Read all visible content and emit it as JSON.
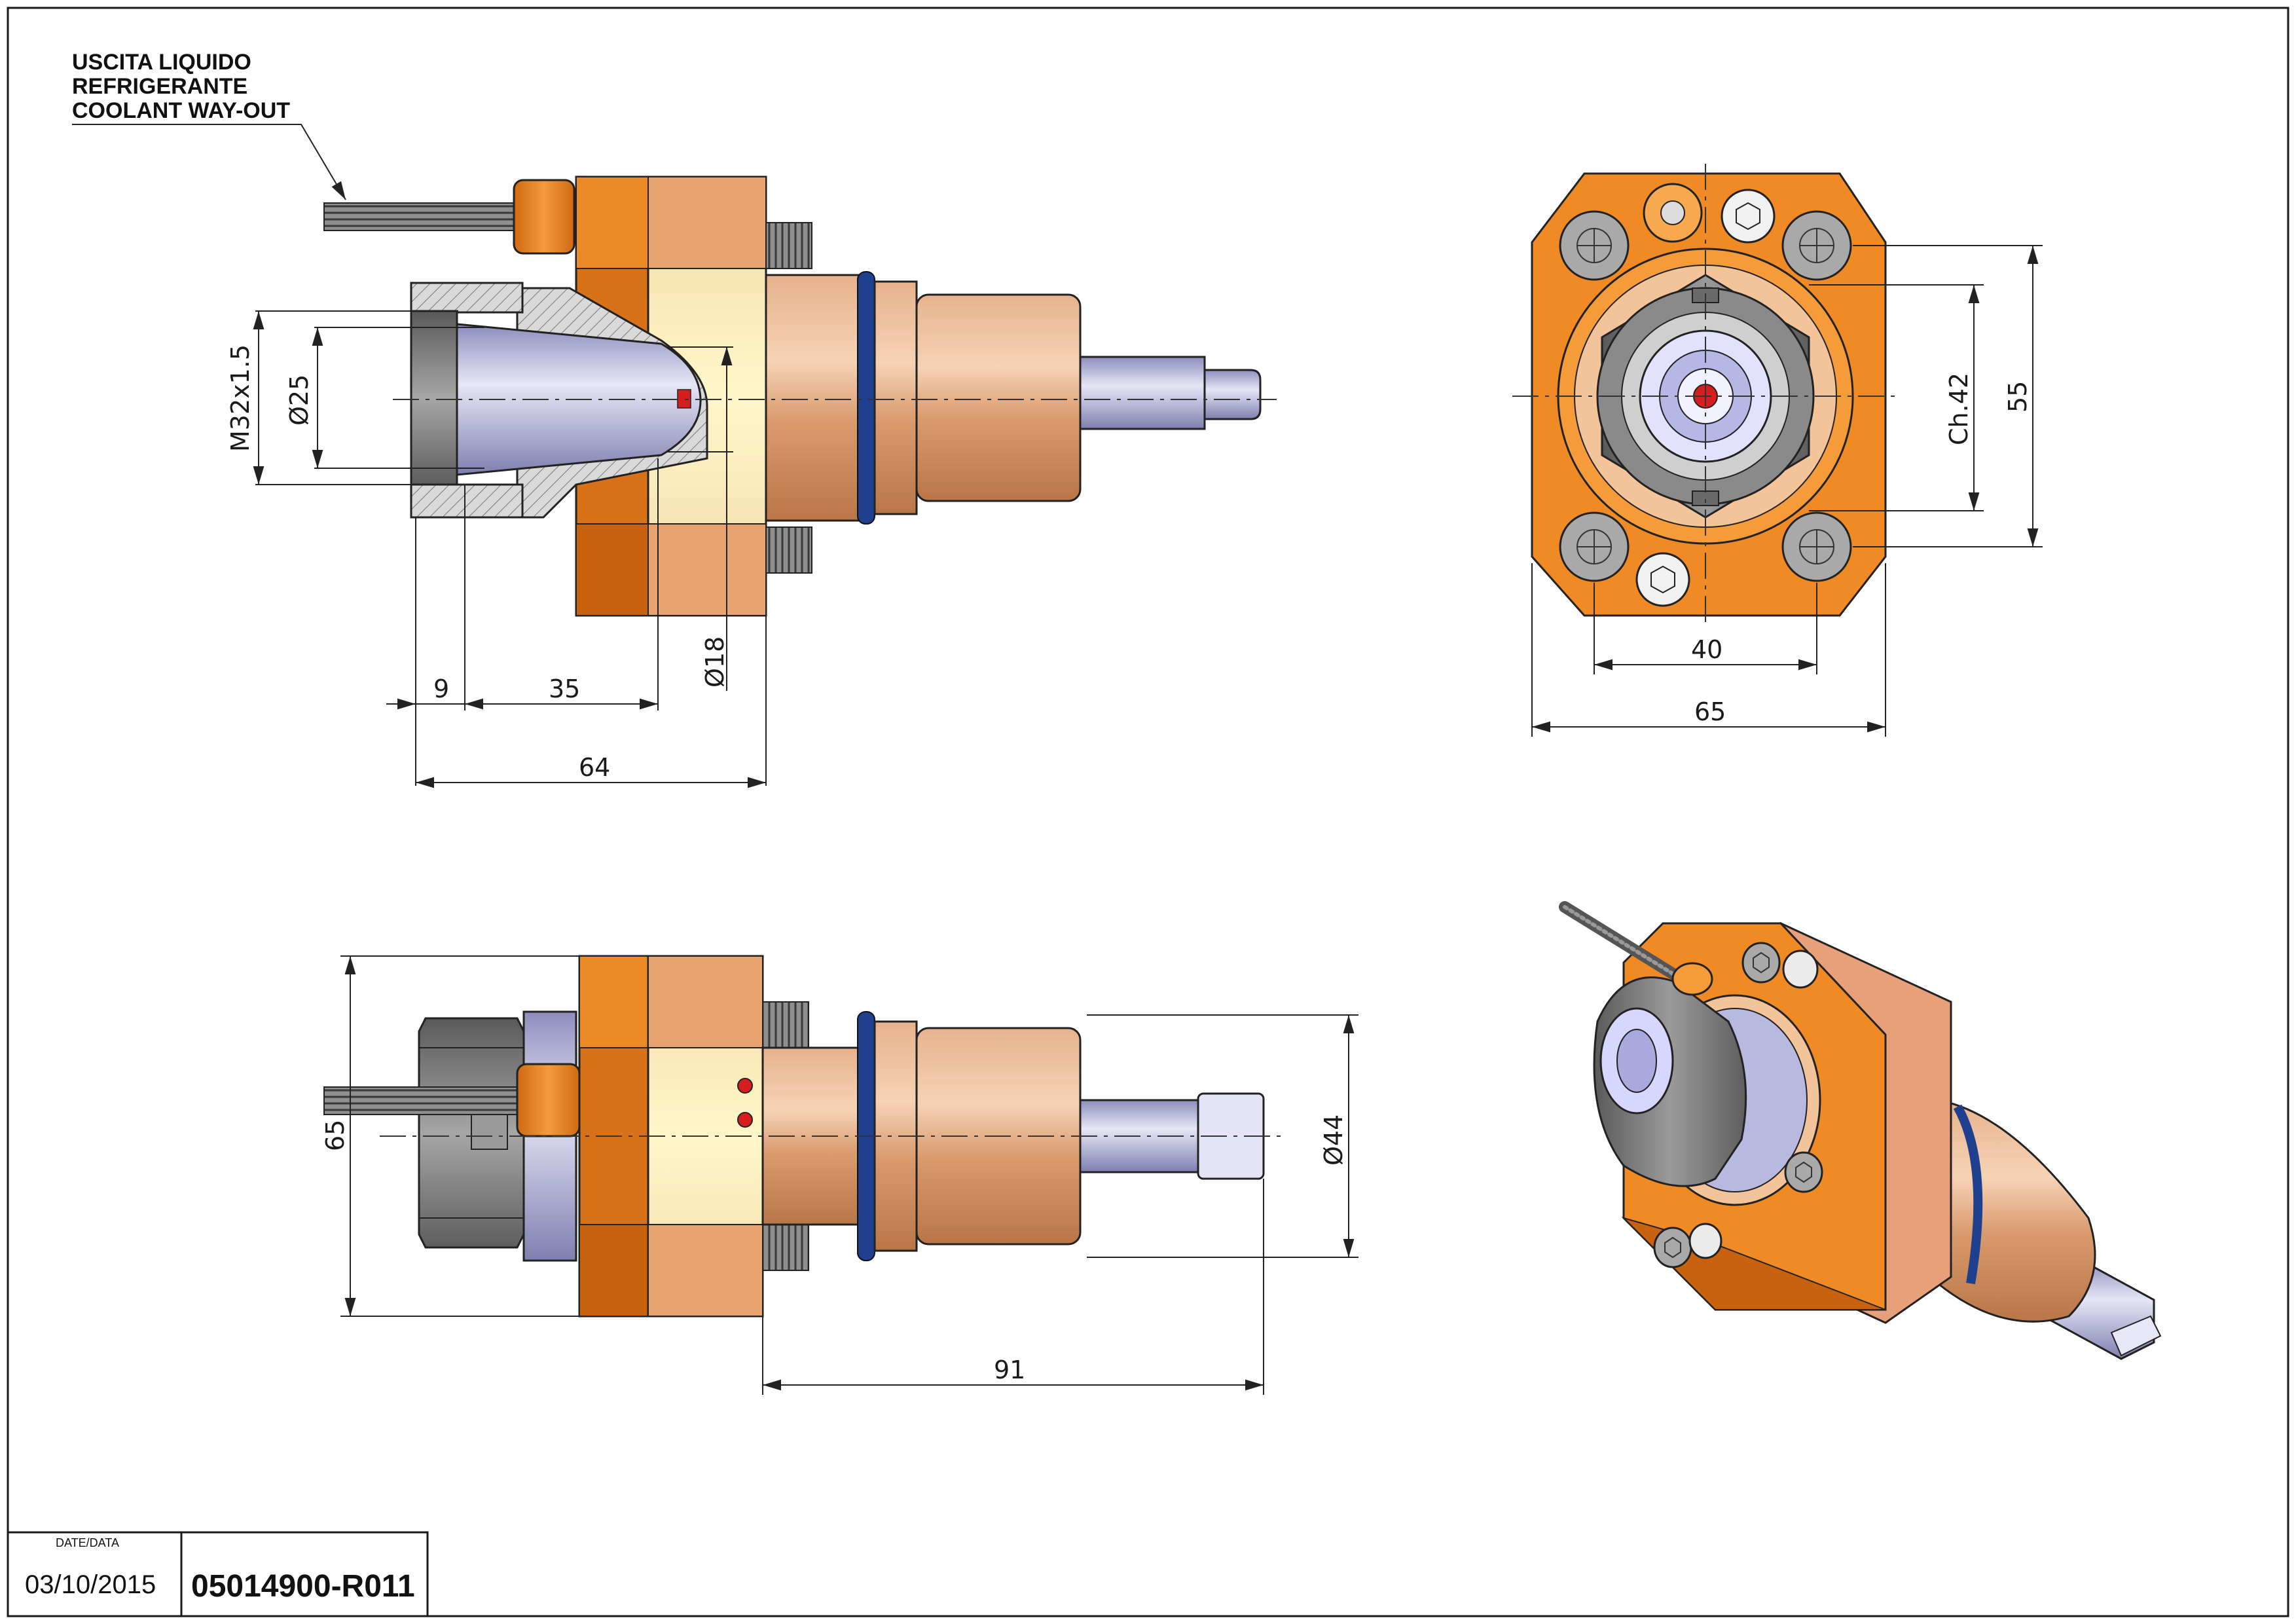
{
  "notes": {
    "coolant_line1": "USCITA LIQUIDO",
    "coolant_line2": "REFRIGERANTE",
    "coolant_line3": "COOLANT WAY-OUT"
  },
  "dimensions": {
    "m32": "M32x1.5",
    "d25": "Ø25",
    "d18": "Ø18",
    "d9": "9",
    "d35": "35",
    "d64": "64",
    "ch42": "Ch.42",
    "d55": "55",
    "d40": "40",
    "d65_front": "65",
    "d65_side": "65",
    "d44": "Ø44",
    "d91": "91"
  },
  "title_block": {
    "date_label": "DATE/DATA",
    "date_value": "03/10/2015",
    "drawing_number": "05014900-R011"
  },
  "colors": {
    "orange": "#e8801e",
    "dark_orange": "#b85a10",
    "bronze": "#d9a07a",
    "cream": "#fbf1bd",
    "steel_blue": "#b9b9e0",
    "nut_gray": "#7a7a7a",
    "oring_blue": "#1f3f8f"
  }
}
